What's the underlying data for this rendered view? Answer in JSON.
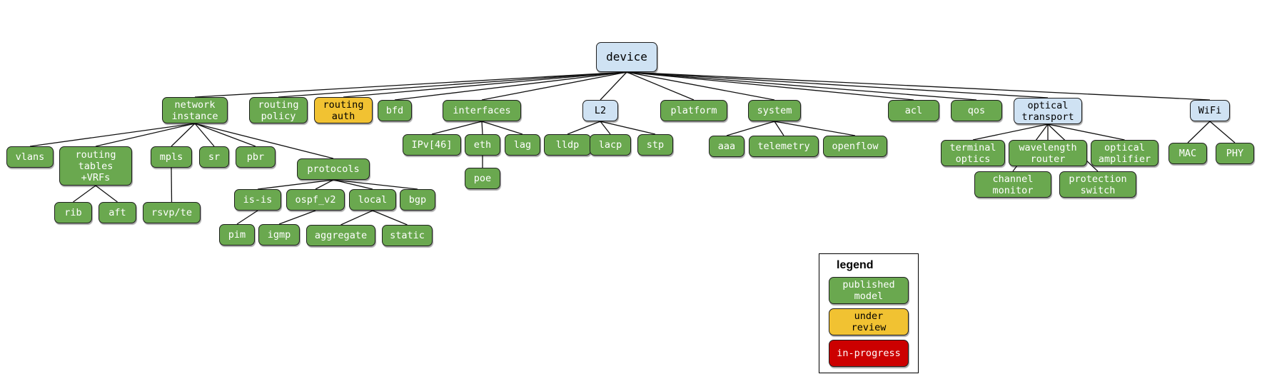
{
  "nodes": {
    "device": "device",
    "network_instance": "network\ninstance",
    "routing_policy": "routing\npolicy",
    "routing_auth": "routing\nauth",
    "bfd": "bfd",
    "interfaces": "interfaces",
    "l2": "L2",
    "platform": "platform",
    "system": "system",
    "acl": "acl",
    "qos": "qos",
    "optical_transport": "optical\ntransport",
    "wifi": "WiFi",
    "vlans": "vlans",
    "routing_tables": "routing\ntables\n+VRFs",
    "mpls": "mpls",
    "sr": "sr",
    "pbr": "pbr",
    "protocols": "protocols",
    "rib": "rib",
    "aft": "aft",
    "rsvp_te": "rsvp/te",
    "is_is": "is-is",
    "ospf_v2": "ospf_v2",
    "local": "local",
    "bgp": "bgp",
    "pim": "pim",
    "igmp": "igmp",
    "aggregate": "aggregate",
    "static": "static",
    "ipv46": "IPv[46]",
    "eth": "eth",
    "lag": "lag",
    "poe": "poe",
    "lldp": "lldp",
    "lacp": "lacp",
    "stp": "stp",
    "aaa": "aaa",
    "telemetry": "telemetry",
    "openflow": "openflow",
    "terminal_optics": "terminal\noptics",
    "wavelength_router": "wavelength\nrouter",
    "optical_amplifier": "optical\namplifier",
    "channel_monitor": "channel\nmonitor",
    "protection_switch": "protection\nswitch",
    "mac": "MAC",
    "phy": "PHY"
  },
  "legend": {
    "title": "legend",
    "published": "published\nmodel",
    "under_review": "under\nreview",
    "in_progress": "in-progress"
  },
  "colors": {
    "published": "#6aa84f",
    "under_review": "#f1c232",
    "in_progress": "#cc0000",
    "planned": "#cfe2f3"
  },
  "edges": [
    [
      "device",
      "network_instance"
    ],
    [
      "device",
      "routing_policy"
    ],
    [
      "device",
      "routing_auth"
    ],
    [
      "device",
      "bfd"
    ],
    [
      "device",
      "interfaces"
    ],
    [
      "device",
      "l2"
    ],
    [
      "device",
      "platform"
    ],
    [
      "device",
      "system"
    ],
    [
      "device",
      "acl"
    ],
    [
      "device",
      "qos"
    ],
    [
      "device",
      "optical_transport"
    ],
    [
      "device",
      "wifi"
    ],
    [
      "network_instance",
      "vlans"
    ],
    [
      "network_instance",
      "routing_tables"
    ],
    [
      "network_instance",
      "mpls"
    ],
    [
      "network_instance",
      "sr"
    ],
    [
      "network_instance",
      "pbr"
    ],
    [
      "network_instance",
      "protocols"
    ],
    [
      "routing_tables",
      "rib"
    ],
    [
      "routing_tables",
      "aft"
    ],
    [
      "mpls",
      "rsvp_te"
    ],
    [
      "protocols",
      "is_is"
    ],
    [
      "protocols",
      "ospf_v2"
    ],
    [
      "protocols",
      "local"
    ],
    [
      "protocols",
      "bgp"
    ],
    [
      "is_is",
      "pim"
    ],
    [
      "ospf_v2",
      "igmp"
    ],
    [
      "local",
      "aggregate"
    ],
    [
      "local",
      "static"
    ],
    [
      "interfaces",
      "ipv46"
    ],
    [
      "interfaces",
      "eth"
    ],
    [
      "interfaces",
      "lag"
    ],
    [
      "eth",
      "poe"
    ],
    [
      "l2",
      "lldp"
    ],
    [
      "l2",
      "lacp"
    ],
    [
      "l2",
      "stp"
    ],
    [
      "system",
      "aaa"
    ],
    [
      "system",
      "telemetry"
    ],
    [
      "system",
      "openflow"
    ],
    [
      "optical_transport",
      "terminal_optics"
    ],
    [
      "optical_transport",
      "wavelength_router"
    ],
    [
      "optical_transport",
      "optical_amplifier"
    ],
    [
      "optical_transport",
      "channel_monitor"
    ],
    [
      "optical_transport",
      "protection_switch"
    ],
    [
      "wifi",
      "mac"
    ],
    [
      "wifi",
      "phy"
    ]
  ]
}
